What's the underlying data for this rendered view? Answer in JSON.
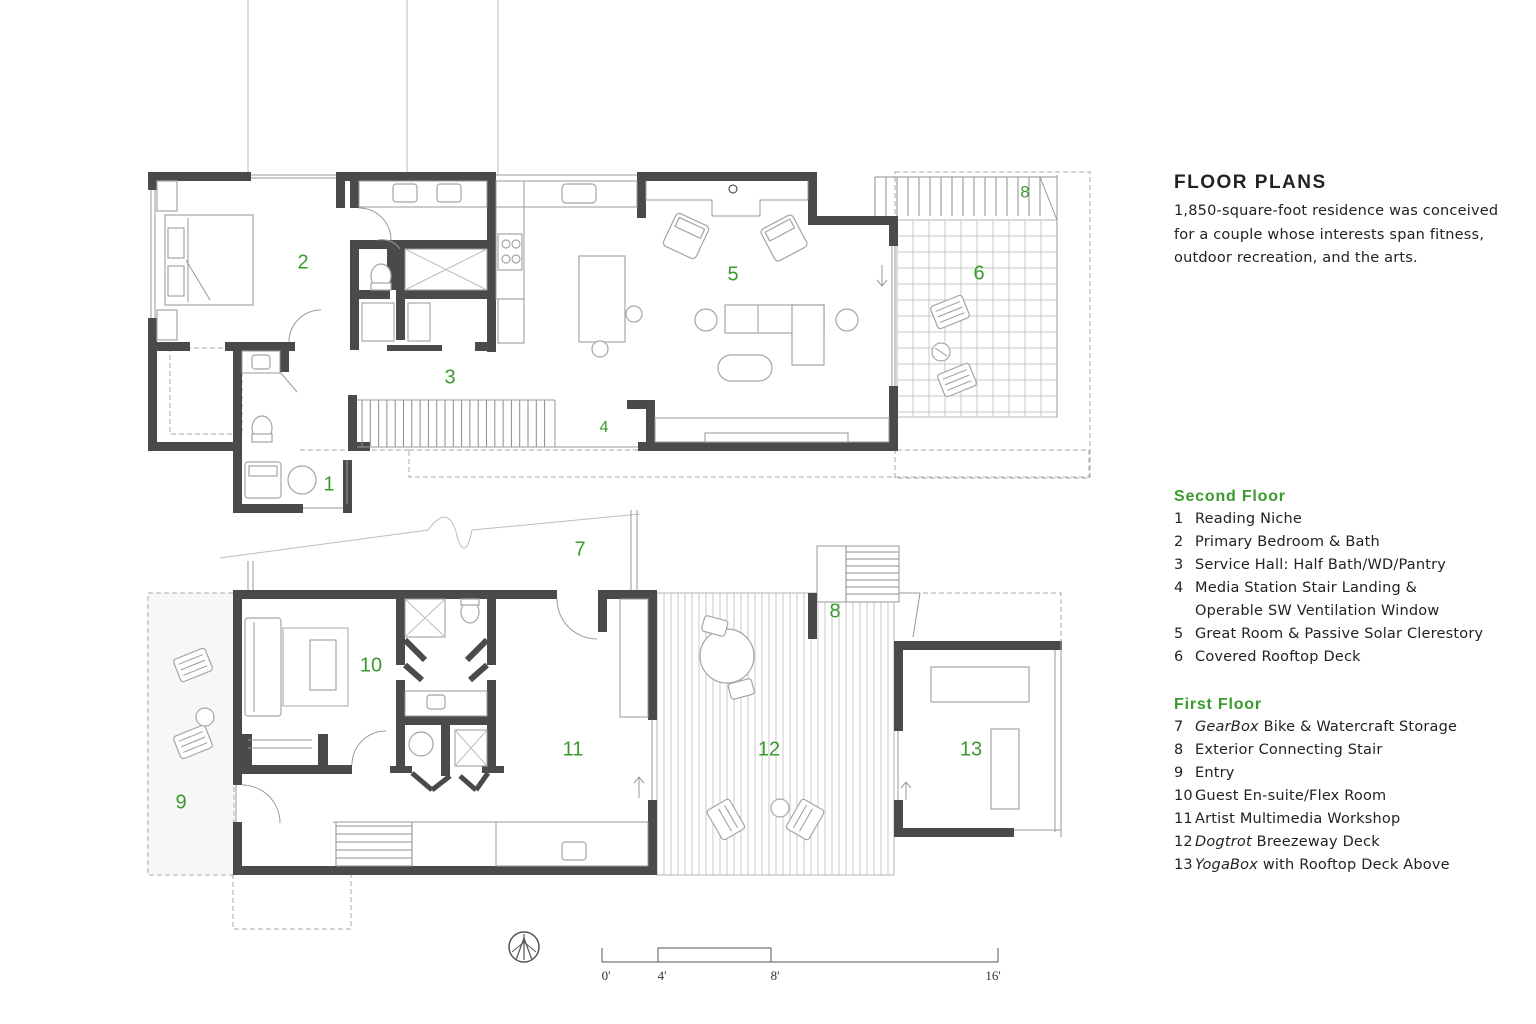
{
  "title": "FLOOR PLANS",
  "description": "1,850-square-foot residence was conceived for a couple whose interests span fitness, outdoor recreation, and the arts.",
  "description_lines": [
    "1,850-square-foot residence was conceived",
    "for a couple whose interests span fitness,",
    "outdoor recreation, and the arts."
  ],
  "accent_color": "#3a9a2e",
  "wall_color": "#4a4a4d",
  "second_floor": {
    "heading": "Second Floor",
    "items": [
      {
        "num": "1",
        "italic": "",
        "text": "Reading Niche"
      },
      {
        "num": "2",
        "italic": "",
        "text": "Primary Bedroom & Bath"
      },
      {
        "num": "3",
        "italic": "",
        "text": "Service Hall: Half Bath/WD/Pantry"
      },
      {
        "num": "4",
        "italic": "",
        "text": "Media Station Stair Landing &"
      },
      {
        "num": "",
        "italic": "",
        "text": "Operable SW Ventilation Window"
      },
      {
        "num": "5",
        "italic": "",
        "text": "Great Room & Passive Solar Clerestory"
      },
      {
        "num": "6",
        "italic": "",
        "text": "Covered Rooftop Deck"
      }
    ]
  },
  "first_floor": {
    "heading": "First Floor",
    "items": [
      {
        "num": "7",
        "italic": "GearBox",
        "text": " Bike & Watercraft Storage"
      },
      {
        "num": "8",
        "italic": "",
        "text": "Exterior Connecting Stair"
      },
      {
        "num": "9",
        "italic": "",
        "text": "Entry"
      },
      {
        "num": "10",
        "italic": "",
        "text": "Guest En-suite/Flex Room"
      },
      {
        "num": "11",
        "italic": "",
        "text": "Artist Multimedia Workshop"
      },
      {
        "num": "12",
        "italic": "Dogtrot",
        "text": " Breezeway Deck"
      },
      {
        "num": "13",
        "italic": "YogaBox",
        "text": " with Rooftop Deck Above"
      }
    ]
  },
  "plan_labels": {
    "upper": [
      "1",
      "2",
      "3",
      "4",
      "5",
      "6",
      "8"
    ],
    "lower": [
      "7",
      "8",
      "9",
      "10",
      "11",
      "12",
      "13"
    ]
  },
  "scale_bar": [
    "0'",
    "4'",
    "8'",
    "16'"
  ],
  "north_icon": "north-arrow-icon"
}
